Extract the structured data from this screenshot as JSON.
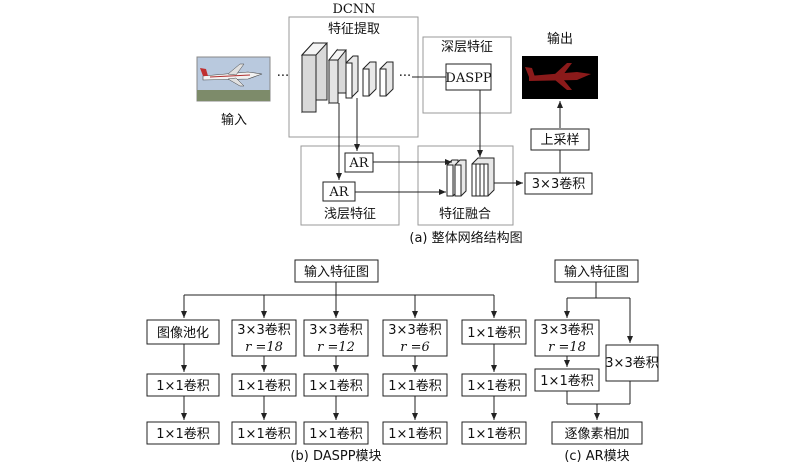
{
  "part_a": {
    "dcnn_label": "DCNN",
    "feature_extract": "特征提取",
    "deep_feature": "深层特征",
    "daspp": "DASPP",
    "output_label": "输出",
    "input_label": "输入",
    "ar": "AR",
    "shallow_feature": "浅层特征",
    "feature_fusion": "特征融合",
    "upsample": "上采样",
    "conv3x3": "3×3卷积",
    "caption": "(a) 整体网络结构图"
  },
  "part_b": {
    "input": "输入特征图",
    "branches": [
      {
        "top": "图像池化",
        "sub": "",
        "mid": "1×1卷积",
        "bottom": "1×1卷积"
      },
      {
        "top": "3×3卷积",
        "sub": "r =18",
        "mid": "1×1卷积",
        "bottom": "1×1卷积"
      },
      {
        "top": "3×3卷积",
        "sub": "r =12",
        "mid": "1×1卷积",
        "bottom": "1×1卷积"
      },
      {
        "top": "3×3卷积",
        "sub": "r =6",
        "mid": "1×1卷积",
        "bottom": "1×1卷积"
      },
      {
        "top": "1×1卷积",
        "sub": "",
        "mid": "1×1卷积",
        "bottom": "1×1卷积"
      }
    ],
    "caption": "(b) DASPP模块"
  },
  "part_c": {
    "input": "输入特征图",
    "left_top": "3×3卷积",
    "left_sub": "r =18",
    "left_mid": "1×1卷积",
    "right": "3×3卷积",
    "sum": "逐像素相加",
    "caption": "(c) AR模块"
  },
  "colors": {
    "layer_fill": "#d9d9d9",
    "group_border": "#999999",
    "output_background": "#000000",
    "output_plane": "#8b1a1a",
    "sky": "#b9c9de"
  }
}
